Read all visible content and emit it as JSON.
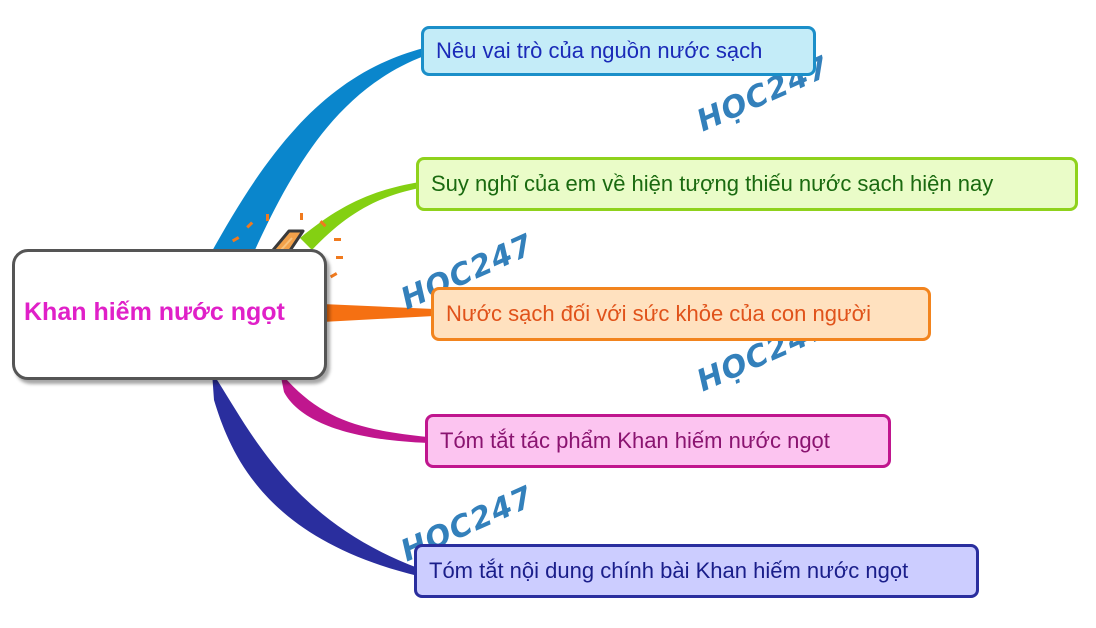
{
  "central": {
    "label": "Khan hiếm nước ngọt",
    "label_color": "#e020c8",
    "icon": "lightning-bolt-icon"
  },
  "branches": [
    {
      "label": "Nêu vai trò của nguồn nước sạch",
      "text_color": "#1a2ab8",
      "fill": "#c4ecf8",
      "border": "#1b8fc9",
      "line_color": "#0a86cc"
    },
    {
      "label": "Suy nghĩ của em về hiện tượng thiếu nước sạch hiện nay",
      "text_color": "#1a6a10",
      "fill": "#eafcc8",
      "border": "#8fd21c",
      "line_color": "#84d012"
    },
    {
      "label": "Nước sạch đối với sức khỏe của con người",
      "text_color": "#e0521a",
      "fill": "#ffe1bf",
      "border": "#f2841e",
      "line_color": "#f57012"
    },
    {
      "label": "Tóm tắt tác phẩm Khan hiếm nước ngọt",
      "text_color": "#8a1470",
      "fill": "#fcc4f0",
      "border": "#c0168e",
      "line_color": "#c0168e"
    },
    {
      "label": "Tóm tắt nội dung chính bài Khan hiếm nước ngọt",
      "text_color": "#1a1e8a",
      "fill": "#cccdff",
      "border": "#2a2e9e",
      "line_color": "#2a2e9e"
    }
  ],
  "watermark": {
    "text": "HỌC247",
    "color": "#1e73b4"
  }
}
